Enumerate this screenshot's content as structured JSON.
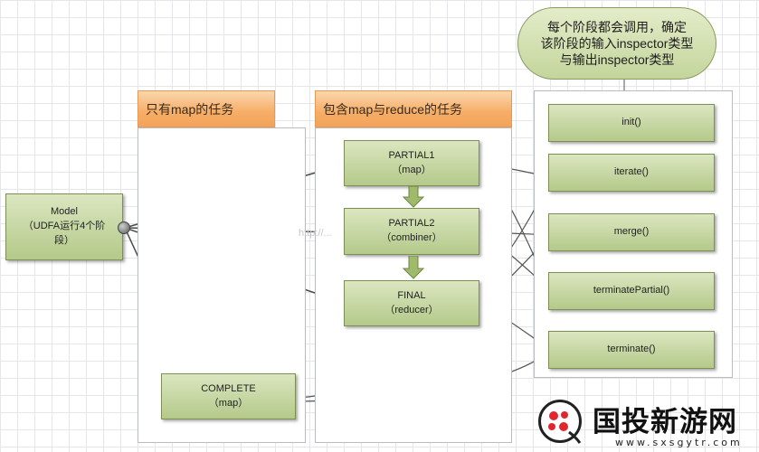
{
  "panels": {
    "map_only": {
      "title": "只有map的任务"
    },
    "map_reduce": {
      "title": "包含map与reduce的任务"
    }
  },
  "model_box": {
    "lines": [
      "Model",
      "（UDFA运行4个阶",
      "段）"
    ]
  },
  "stages": {
    "partial1": {
      "name": "PARTIAL1",
      "sub": "（map）"
    },
    "partial2": {
      "name": "PARTIAL2",
      "sub": "（combiner）"
    },
    "final": {
      "name": "FINAL",
      "sub": "（reducer）"
    },
    "complete": {
      "name": "COMPLETE",
      "sub": "（map）"
    }
  },
  "methods": [
    "init()",
    "iterate()",
    "merge()",
    "terminatePartial()",
    "terminate()"
  ],
  "callout": {
    "lines": [
      "每个阶段都会调用，确定",
      "该阶段的输入inspector类型",
      "与输出inspector类型"
    ]
  },
  "faint_url": "http://...",
  "watermark": {
    "title": "国投新游网",
    "url": "www.sxsgytr.com"
  }
}
